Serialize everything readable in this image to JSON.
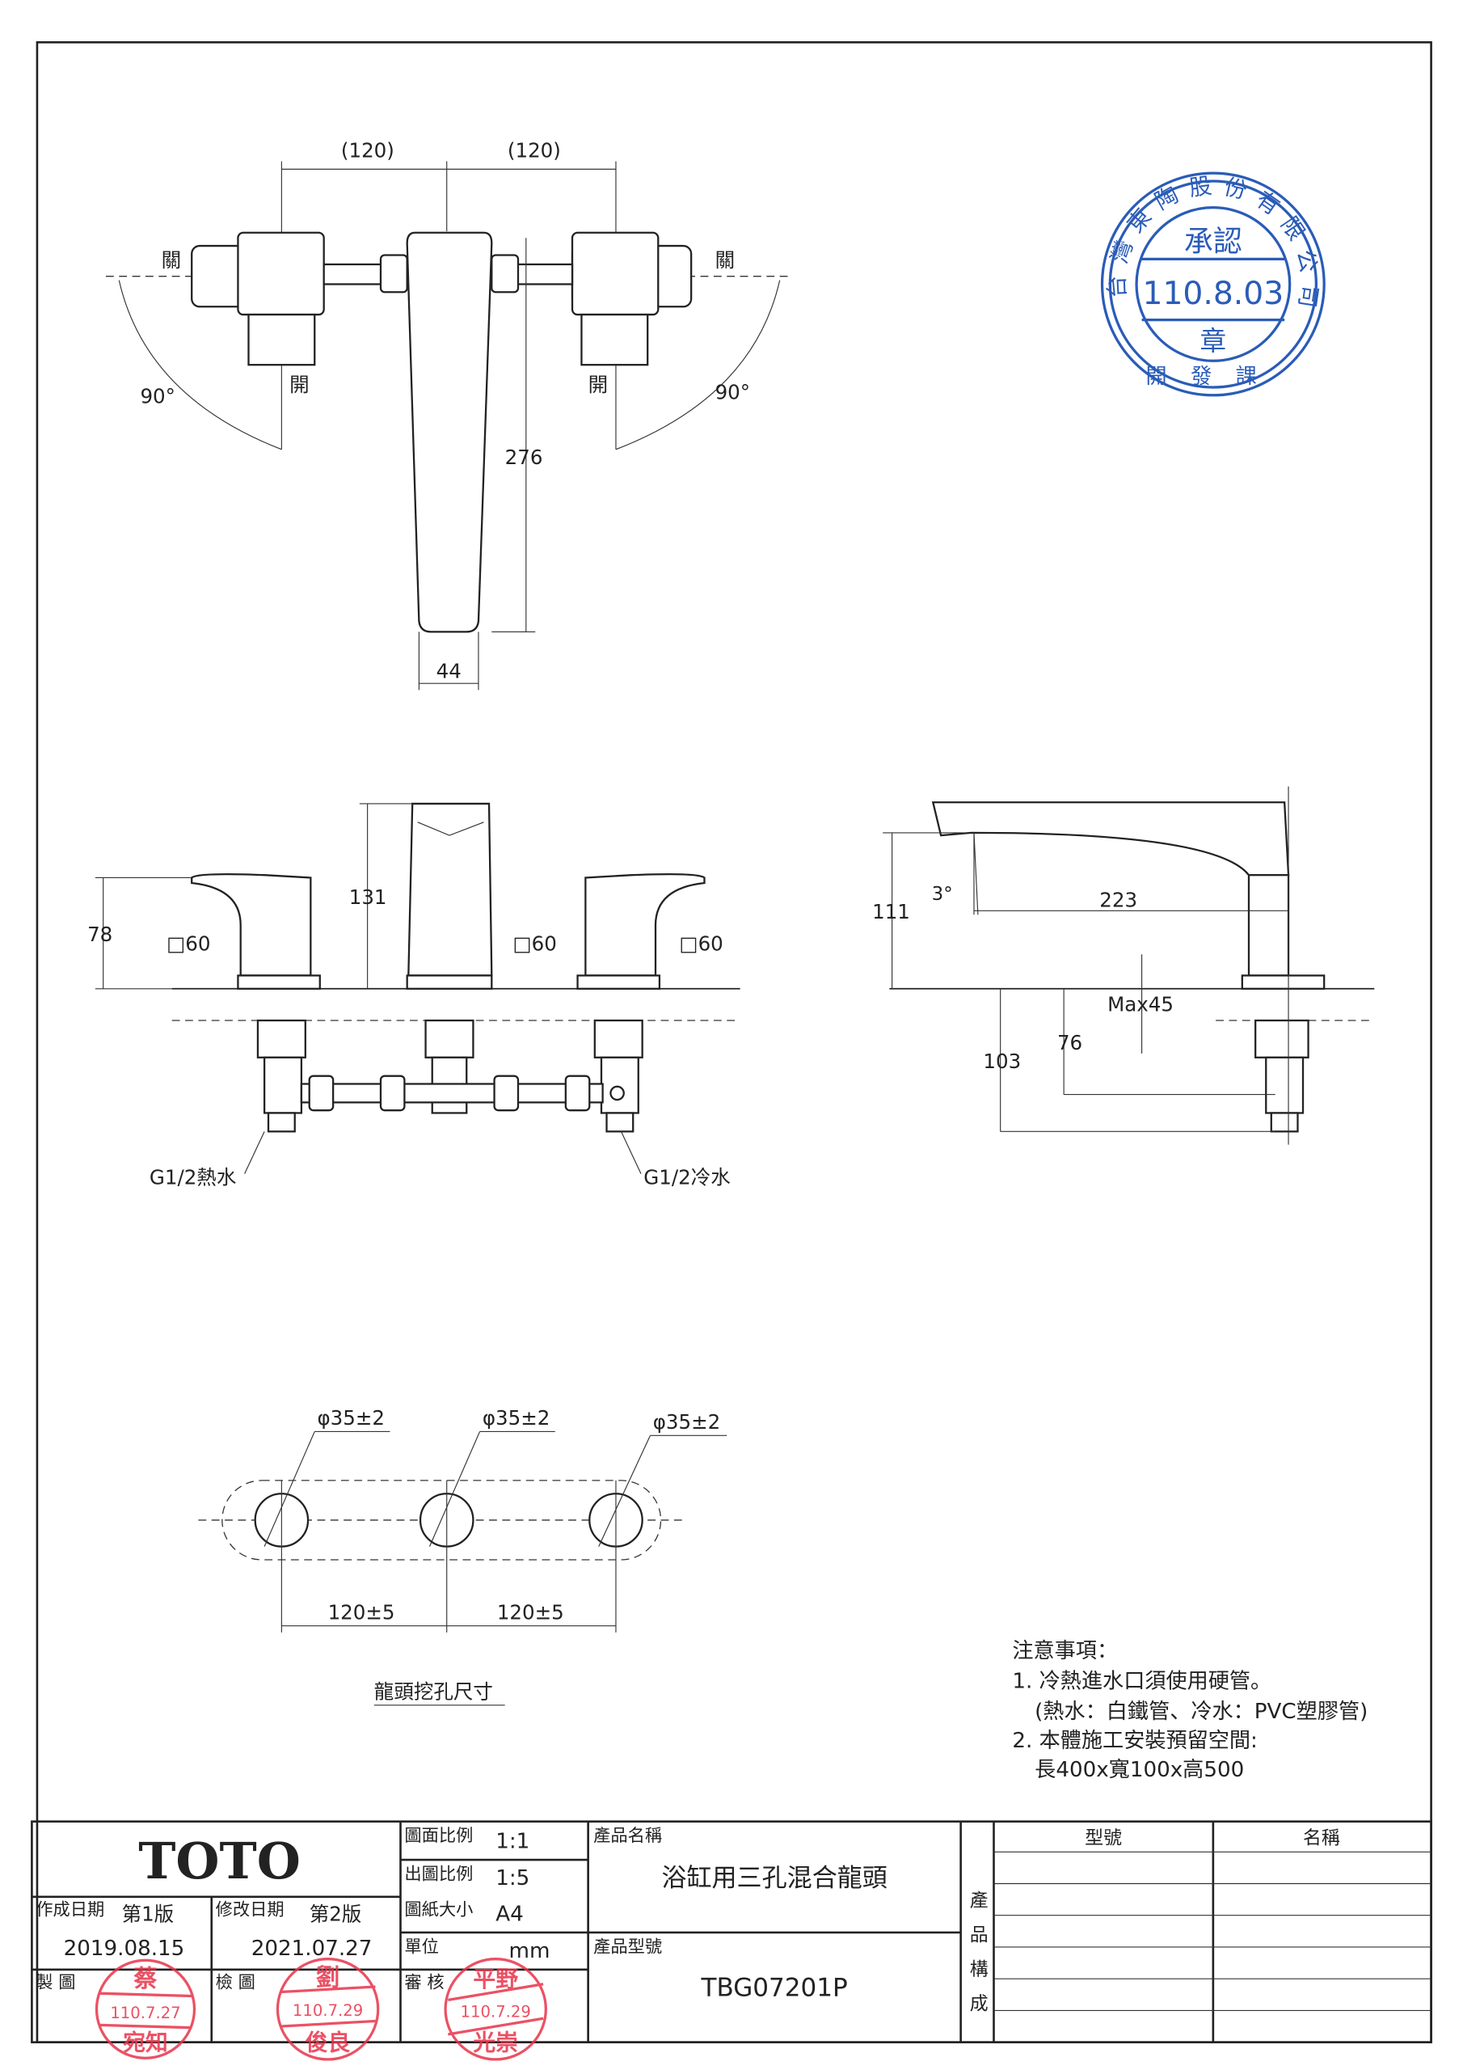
{
  "top_view": {
    "dim_left": "(120)",
    "dim_right": "(120)",
    "close_left": "關",
    "close_right": "關",
    "open_left": "開",
    "open_right": "開",
    "angle_left": "90°",
    "angle_right": "90°",
    "spout_length": "276",
    "spout_width": "44"
  },
  "front_view": {
    "handle_height": "78",
    "spout_height": "131",
    "base_left": "□60",
    "base_center": "□60",
    "base_right": "□60",
    "hot_inlet": "G1/2熱水",
    "cold_inlet": "G1/2冷水"
  },
  "side_view": {
    "height": "111",
    "angle": "3°",
    "reach": "223",
    "max_counter": "Max45",
    "depth_a": "76",
    "depth_b": "103"
  },
  "hole_template": {
    "hole_left": "φ35±2",
    "hole_center": "φ35±2",
    "hole_right": "φ35±2",
    "spacing_left": "120±5",
    "spacing_right": "120±5",
    "title": "龍頭挖孔尺寸"
  },
  "notes": {
    "heading": "注意事項：",
    "line1": "1. 冷熱進水口須使用硬管。",
    "line2": "(熱水：白鐵管、冷水：PVC塑膠管)",
    "line3": "2. 本體施工安裝預留空間:",
    "line4": "長400x寬100x高500"
  },
  "approval_stamp": {
    "ring": "台灣東陶股份有限公司",
    "top": "承認",
    "date": "110.8.03",
    "bottom": "章",
    "dept": "開發課"
  },
  "title_block": {
    "brand": "TOTO",
    "created_label": "作成日期",
    "created_version": "第1版",
    "created_date": "2019.08.15",
    "revised_label": "修改日期",
    "revised_version": "第2版",
    "revised_date": "2021.07.27",
    "drawing_scale_label": "圖面比例",
    "drawing_scale": "1:1",
    "output_scale_label": "出圖比例",
    "output_scale": "1:5",
    "paper_label": "圖紙大小",
    "paper": "A4",
    "unit_label": "單位",
    "unit": "mm",
    "drawn_label": "製 圖",
    "checked_label": "檢 圖",
    "approved_label": "審 核",
    "product_name_label": "產品名稱",
    "product_name": "浴缸用三孔混合龍頭",
    "product_model_label": "產品型號",
    "product_model": "TBG07201P",
    "composition_label": "產品構成",
    "col_model": "型號",
    "col_name": "名稱",
    "stamp_drawn": {
      "name_top": "蔡",
      "date": "110.7.27",
      "name_bottom": "宛知"
    },
    "stamp_checked": {
      "name_top": "劉",
      "date": "110.7.29",
      "name_bottom": "俊良"
    },
    "stamp_approved": {
      "name_top": "平野",
      "date": "110.7.29",
      "name_bottom": "光崇"
    }
  }
}
